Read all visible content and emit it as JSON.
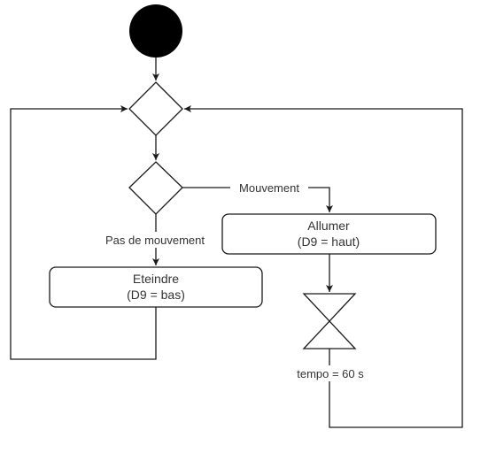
{
  "diagram": {
    "actions": {
      "allumer": {
        "line1": "Allumer",
        "line2": "(D9 = haut)"
      },
      "eteindre": {
        "line1": "Eteindre",
        "line2": "(D9 = bas)"
      }
    },
    "edges": {
      "mouvement": "Mouvement",
      "pas_de_mouvement": "Pas de mouvement"
    },
    "timer": {
      "label": "tempo = 60 s"
    }
  }
}
